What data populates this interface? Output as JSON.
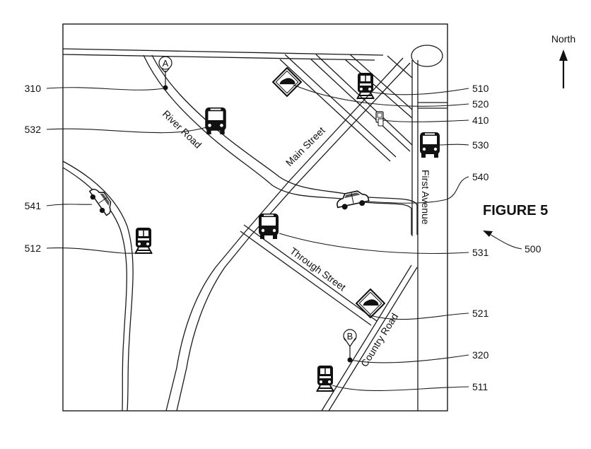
{
  "figure": {
    "title": "FIGURE 5",
    "ref": "500"
  },
  "compass": {
    "label": "North"
  },
  "streets": {
    "river_road": "River Road",
    "main_street": "Main Street",
    "first_avenue": "First Avenue",
    "through_street": "Through Street",
    "country_road": "Country Road"
  },
  "markers": {
    "a": "A",
    "b": "B"
  },
  "refs": {
    "r310": "310",
    "r532": "532",
    "r541": "541",
    "r512": "512",
    "r510": "510",
    "r520": "520",
    "r410": "410",
    "r530": "530",
    "r540": "540",
    "r531": "531",
    "r521": "521",
    "r320": "320",
    "r511": "511"
  },
  "icons": [
    "train-icon",
    "bus-icon",
    "car-icon",
    "road-sign-icon",
    "phone-icon",
    "map-pin-icon"
  ]
}
